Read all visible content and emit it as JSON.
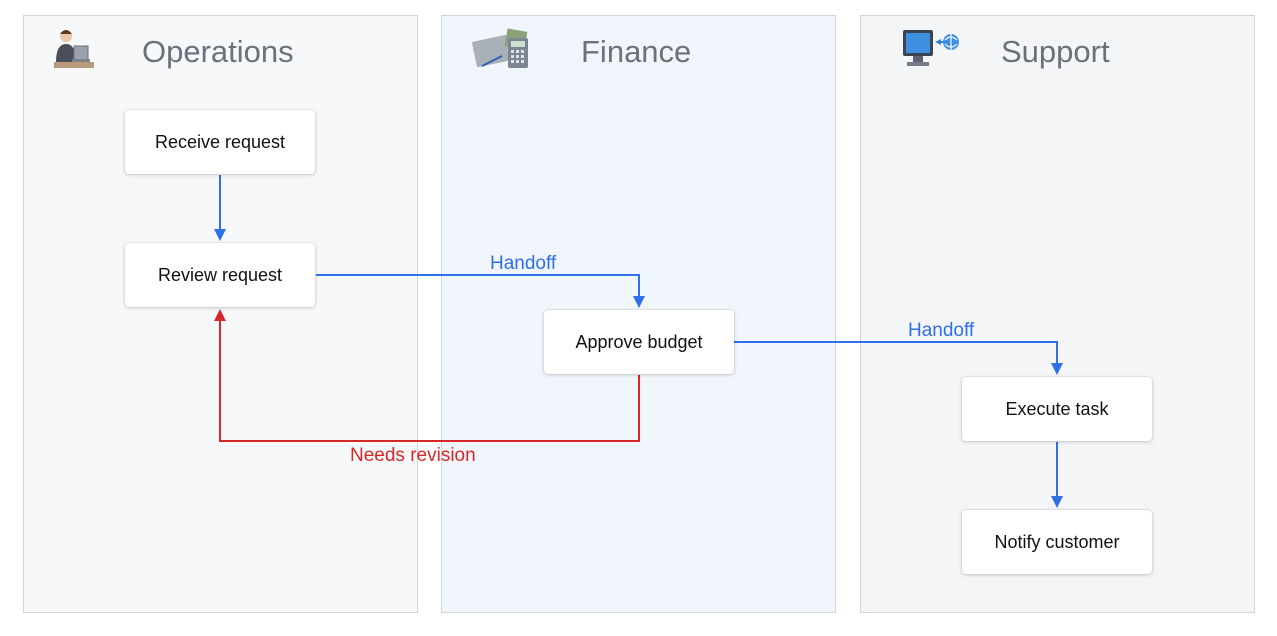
{
  "lanes": [
    {
      "title": "Operations",
      "icon": "office-worker-icon"
    },
    {
      "title": "Finance",
      "icon": "calculator-money-icon"
    },
    {
      "title": "Support",
      "icon": "computer-network-icon"
    }
  ],
  "nodes": {
    "receive": "Receive request",
    "review": "Review request",
    "approve": "Approve budget",
    "execute": "Execute task",
    "notify": "Notify customer"
  },
  "edges": {
    "handoff_1": "Handoff",
    "handoff_2": "Handoff",
    "revision": "Needs revision"
  },
  "colors": {
    "flow": "#2f6fe8",
    "revision": "#d62828"
  }
}
